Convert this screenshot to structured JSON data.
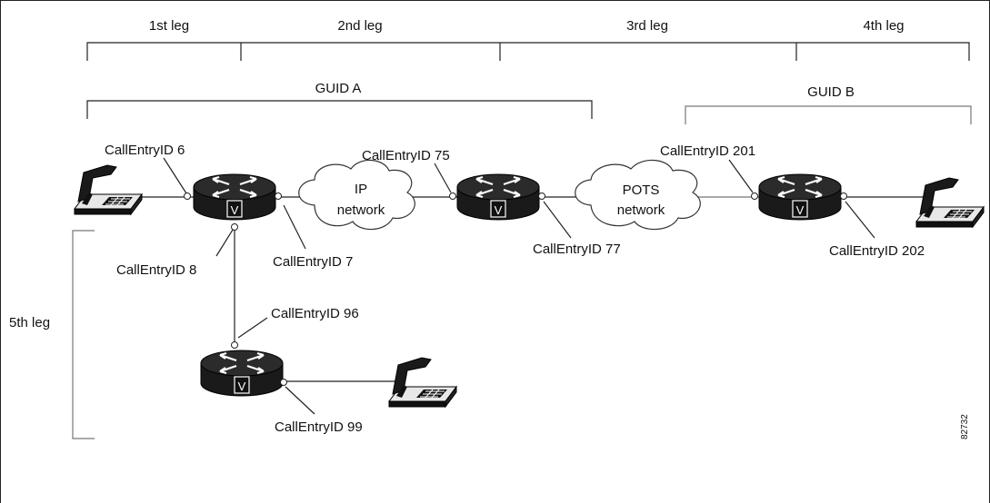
{
  "legs": {
    "leg1": "1st leg",
    "leg2": "2nd leg",
    "leg3": "3rd leg",
    "leg4": "4th leg",
    "leg5": "5th leg"
  },
  "guids": {
    "a": "GUID A",
    "b": "GUID B"
  },
  "clouds": {
    "ip_line1": "IP",
    "ip_line2": "network",
    "pots_line1": "POTS",
    "pots_line2": "network"
  },
  "call_entries": {
    "id6": "CallEntryID 6",
    "id7": "CallEntryID 7",
    "id8": "CallEntryID 8",
    "id75": "CallEntryID 75",
    "id77": "CallEntryID 77",
    "id96": "CallEntryID 96",
    "id99": "CallEntryID 99",
    "id201": "CallEntryID 201",
    "id202": "CallEntryID 202"
  },
  "router_badge": "V",
  "figure_number": "82732"
}
